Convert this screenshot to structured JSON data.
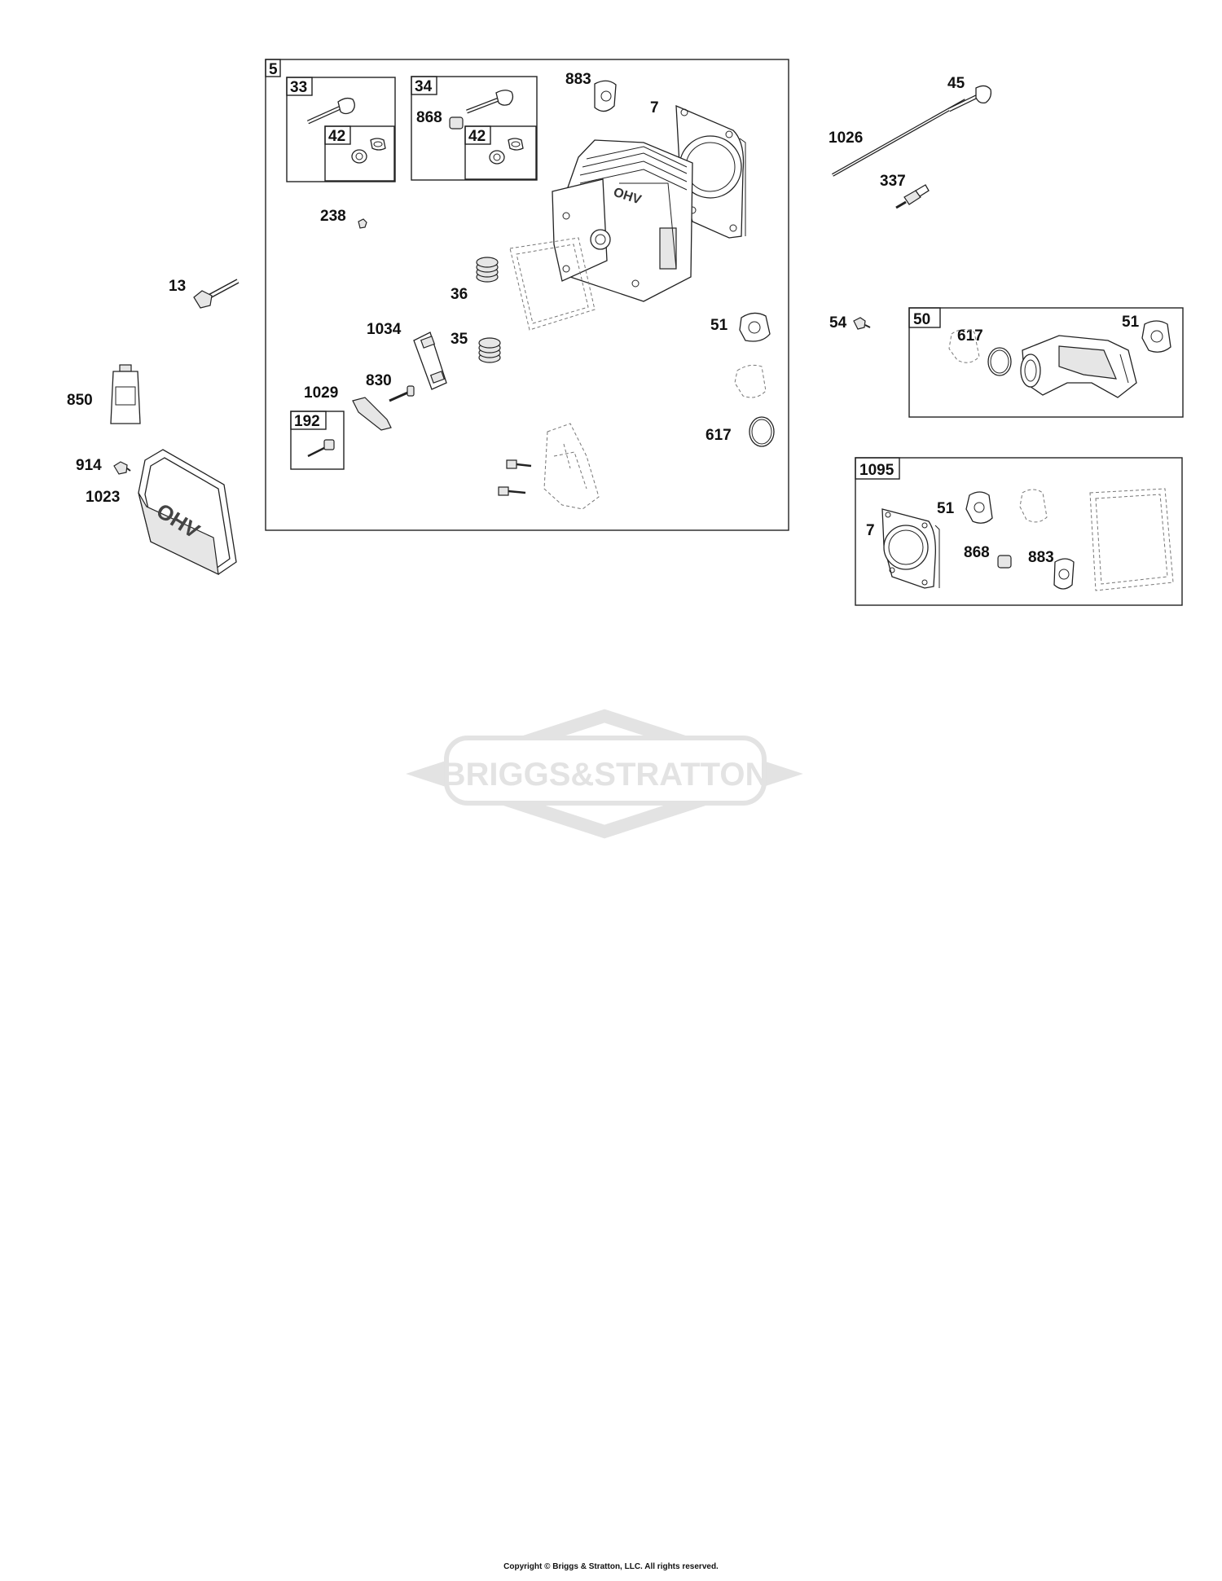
{
  "labels": {
    "l5": "5",
    "l33": "33",
    "l34": "34",
    "l42a": "42",
    "l42b": "42",
    "l868a": "868",
    "l883a": "883",
    "l7a": "7",
    "l238": "238",
    "l13": "13",
    "l36": "36",
    "l35": "35",
    "l1034": "1034",
    "l830": "830",
    "l1029": "1029",
    "l192": "192",
    "l850": "850",
    "l914": "914",
    "l1023": "1023",
    "l51a": "51",
    "l617a": "617",
    "l45": "45",
    "l1026": "1026",
    "l337": "337",
    "l54": "54",
    "l50": "50",
    "l617b": "617",
    "l51b": "51",
    "l1095": "1095",
    "l7b": "7",
    "l51c": "51",
    "l868b": "868",
    "l883b": "883"
  },
  "logos": {
    "watermark": "BRIGGS&STRATTON",
    "valve_cover": "OHV",
    "head_casting": "OHV"
  },
  "footer": {
    "copyright": "Copyright © Briggs & Stratton, LLC. All rights reserved."
  }
}
